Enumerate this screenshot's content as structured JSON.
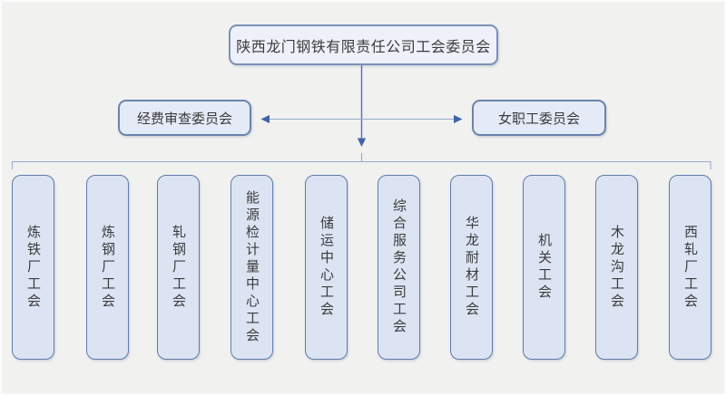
{
  "org": {
    "root": {
      "label": "陕西龙门钢铁有限责任公司工会委员会"
    },
    "committees": [
      {
        "label": "经费审查委员会"
      },
      {
        "label": "女职工委员会"
      }
    ],
    "branches": [
      {
        "label": "炼铁厂工会"
      },
      {
        "label": "炼钢厂工会"
      },
      {
        "label": "轧钢厂工会"
      },
      {
        "label": "能源检计量中心工会"
      },
      {
        "label": "储运中心工会"
      },
      {
        "label": "综合服务公司工会"
      },
      {
        "label": "华龙耐材工会"
      },
      {
        "label": "机关工会"
      },
      {
        "label": "木龙沟工会"
      },
      {
        "label": "西轧厂工会"
      }
    ]
  },
  "colors": {
    "background": "#f1f1f0",
    "root_fill": "#eef1f9",
    "committee_fill": "#e4eaf6",
    "branch_fill": "#dce4f3",
    "box_border": "#5f7cab",
    "drop_line": "#4a73b8",
    "arrowhead": "#3f65a7",
    "bracket_line": "#9aabce",
    "text": "#3b3b3b"
  }
}
